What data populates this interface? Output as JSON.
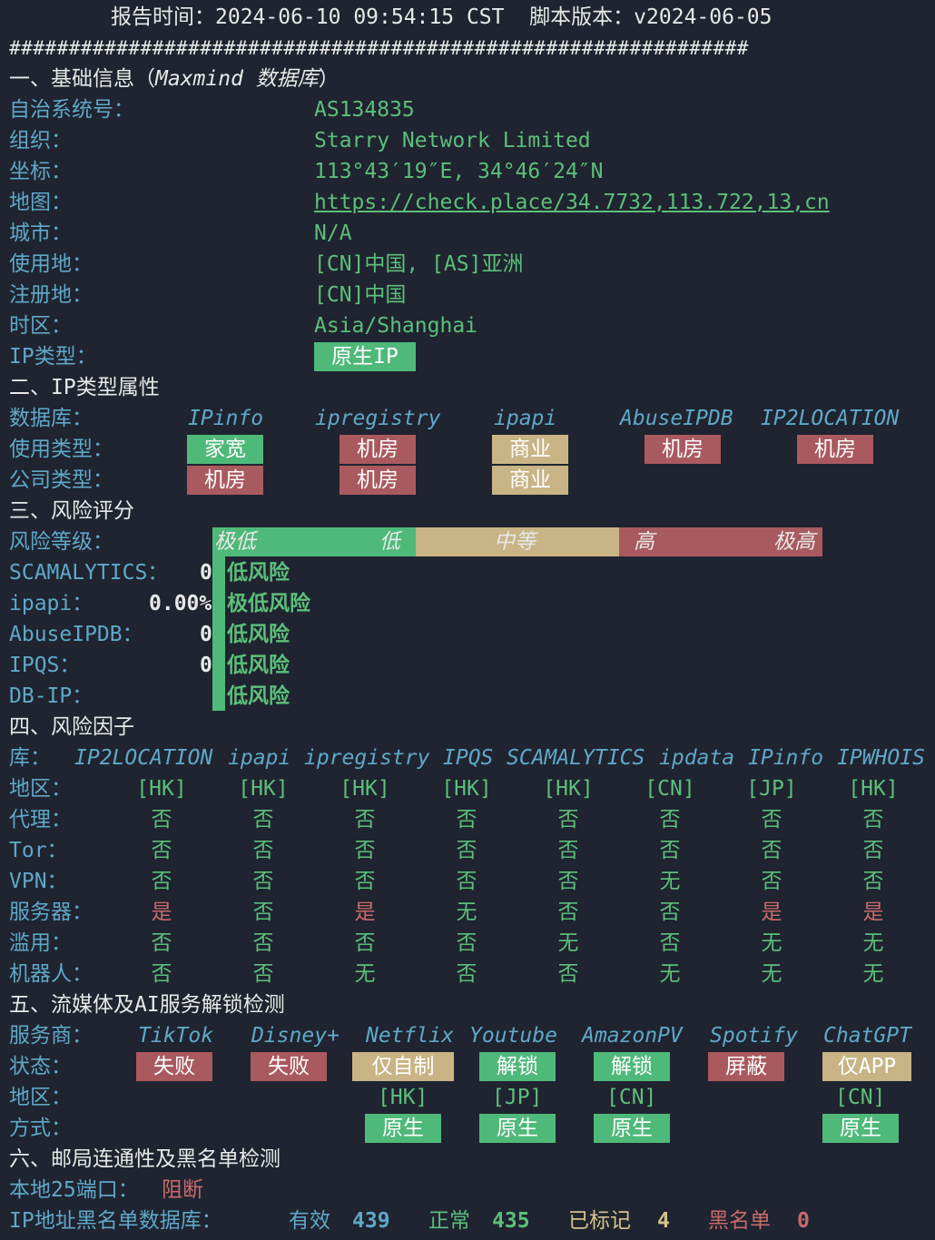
{
  "header": {
    "line": "报告时间：2024-06-10 09:54:15 CST  脚本版本：v2024-06-05",
    "divider": "##############################################################"
  },
  "sec1": {
    "title_prefix": "一、基础信息（",
    "title_db": "Maxmind 数据库",
    "title_suffix": "）",
    "asn_label": "自治系统号：",
    "asn": "AS134835",
    "org_label": "组织：",
    "org": "Starry Network Limited",
    "coord_label": "坐标：",
    "coord": "113°43′19″E, 34°46′24″N",
    "map_label": "地图：",
    "map": "https://check.place/34.7732,113.722,13,cn",
    "city_label": "城市：",
    "city": "N/A",
    "use_label": "使用地：",
    "use": "[CN]中国, [AS]亚洲",
    "reg_label": "注册地：",
    "reg": "[CN]中国",
    "tz_label": "时区：",
    "tz": "Asia/Shanghai",
    "iptype_label": "IP类型：",
    "iptype": "原生IP"
  },
  "sec2": {
    "title": "二、IP类型属性",
    "db_label": "数据库：",
    "usage_label": "使用类型：",
    "company_label": "公司类型：",
    "dbs": [
      "IPinfo",
      "ipregistry",
      "ipapi",
      "AbuseIPDB",
      "IP2LOCATION"
    ],
    "usage": [
      "家宽",
      "机房",
      "商业",
      "机房",
      "机房"
    ],
    "company": [
      "机房",
      "机房",
      "商业"
    ]
  },
  "sec3": {
    "title": "三、风险评分",
    "level_label": "风险等级：",
    "scale": [
      "极低",
      "低",
      "中等",
      "高",
      "极高"
    ],
    "rows": [
      {
        "label": "SCAMALYTICS：",
        "value": "0",
        "risk": "低风险"
      },
      {
        "label": "ipapi：",
        "value": "0.00%",
        "risk": "极低风险"
      },
      {
        "label": "AbuseIPDB：",
        "value": "0",
        "risk": "低风险"
      },
      {
        "label": "IPQS：",
        "value": "0",
        "risk": "低风险"
      },
      {
        "label": "DB-IP：",
        "value": "",
        "risk": "低风险"
      }
    ]
  },
  "sec4": {
    "title": "四、风险因子",
    "lib_label": "库：",
    "dbs": [
      "IP2LOCATION",
      "ipapi",
      "ipregistry",
      "IPQS",
      "SCAMALYTICS",
      "ipdata",
      "IPinfo",
      "IPWHOIS"
    ],
    "rows": [
      {
        "label": "地区：",
        "values": [
          "[HK]",
          "[HK]",
          "[HK]",
          "[HK]",
          "[HK]",
          "[CN]",
          "[JP]",
          "[HK]"
        ]
      },
      {
        "label": "代理：",
        "values": [
          "否",
          "否",
          "否",
          "否",
          "否",
          "否",
          "否",
          "否"
        ]
      },
      {
        "label": "Tor：",
        "values": [
          "否",
          "否",
          "否",
          "否",
          "否",
          "否",
          "否",
          "否"
        ]
      },
      {
        "label": "VPN：",
        "values": [
          "否",
          "否",
          "否",
          "否",
          "否",
          "无",
          "否",
          "否"
        ]
      },
      {
        "label": "服务器：",
        "values": [
          "是",
          "否",
          "是",
          "无",
          "否",
          "否",
          "是",
          "是"
        ]
      },
      {
        "label": "滥用：",
        "values": [
          "否",
          "否",
          "否",
          "否",
          "无",
          "否",
          "无",
          "无"
        ]
      },
      {
        "label": "机器人：",
        "values": [
          "否",
          "否",
          "无",
          "否",
          "否",
          "无",
          "无",
          "无"
        ]
      }
    ]
  },
  "sec5": {
    "title": "五、流媒体及AI服务解锁检测",
    "svc_label": "服务商：",
    "status_label": "状态：",
    "region_label": "地区：",
    "method_label": "方式：",
    "services": [
      "TikTok",
      "Disney+",
      "Netflix",
      "Youtube",
      "AmazonPV",
      "Spotify",
      "ChatGPT"
    ],
    "status": [
      "失败",
      "失败",
      "仅自制",
      "解锁",
      "解锁",
      "屏蔽",
      "仅APP"
    ],
    "region": [
      "",
      "",
      "[HK]",
      "[JP]",
      "[CN]",
      "",
      "[CN]"
    ],
    "method": [
      "",
      "",
      "原生",
      "原生",
      "原生",
      "",
      "原生"
    ]
  },
  "sec6": {
    "title": "六、邮局连通性及黑名单检测",
    "port_label": "本地25端口：",
    "port_status": "阻断",
    "bl_label": "IP地址黑名单数据库：",
    "valid_label": "有效",
    "valid": "439",
    "normal_label": "正常",
    "normal": "435",
    "marked_label": "已标记",
    "marked": "4",
    "black_label": "黑名单",
    "black": "0"
  },
  "colors": {
    "background": "#1f2430",
    "green": "#4fb97a",
    "red": "#a95a5e",
    "yellow": "#c8b485",
    "cyan": "#5fa8c8"
  }
}
